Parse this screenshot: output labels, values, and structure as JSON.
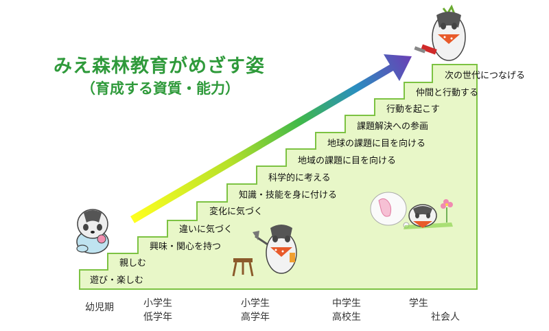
{
  "title": "みえ森林教育がめざす姿",
  "subtitle": "（育成する資質・能力）",
  "steps": [
    "遊び・楽しむ",
    "親しむ",
    "興味・関心を持つ",
    "違いに気づく",
    "変化に気づく",
    "知識・技能を身に付ける",
    "科学的に考える",
    "地域の課題に目を向ける",
    "地球の課題に目を向ける",
    "課題解決への参画",
    "行動を起こす",
    "仲間と行動する",
    "次の世代につなげる"
  ],
  "stages": [
    {
      "line1": "幼児期",
      "line2": ""
    },
    {
      "line1": "小学生",
      "line2": "低学年"
    },
    {
      "line1": "小学生",
      "line2": "高学年"
    },
    {
      "line1": "中学生",
      "line2": "高校生"
    },
    {
      "line1": "学生",
      "line2": "社会人"
    }
  ],
  "colors": {
    "title": "#2f9a3b",
    "staircase_fill": "#e8f7c8",
    "staircase_stroke": "#7cc242",
    "arrow_start": "#ffff00",
    "arrow_mid": "#4cbb3a",
    "arrow_end": "#6a3fb5"
  },
  "icons": [
    "badger-toddler",
    "badger-with-axe",
    "badger-thinking",
    "badger-with-chainsaw",
    "stool",
    "flower"
  ]
}
